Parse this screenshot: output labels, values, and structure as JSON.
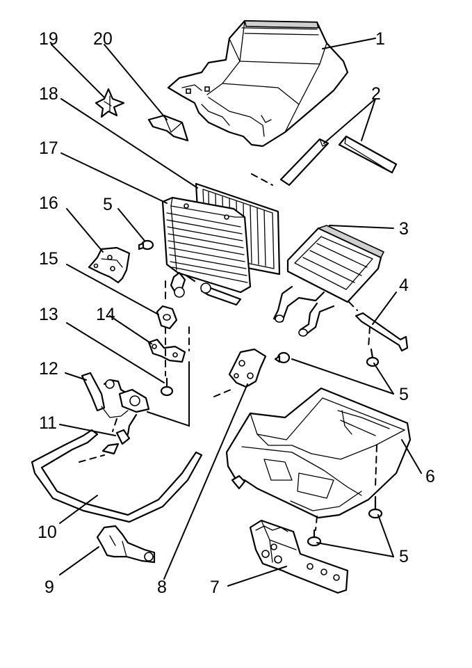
{
  "callouts": {
    "c1": "1",
    "c2": "2",
    "c3": "3",
    "c4": "4",
    "c5a": "5",
    "c5b": "5",
    "c5c": "5",
    "c6": "6",
    "c7": "7",
    "c8": "8",
    "c9": "9",
    "c10": "10",
    "c11": "11",
    "c12": "12",
    "c13": "13",
    "c14": "14",
    "c15": "15",
    "c16": "16",
    "c17": "17",
    "c18": "18",
    "c19": "19",
    "c20": "20"
  }
}
